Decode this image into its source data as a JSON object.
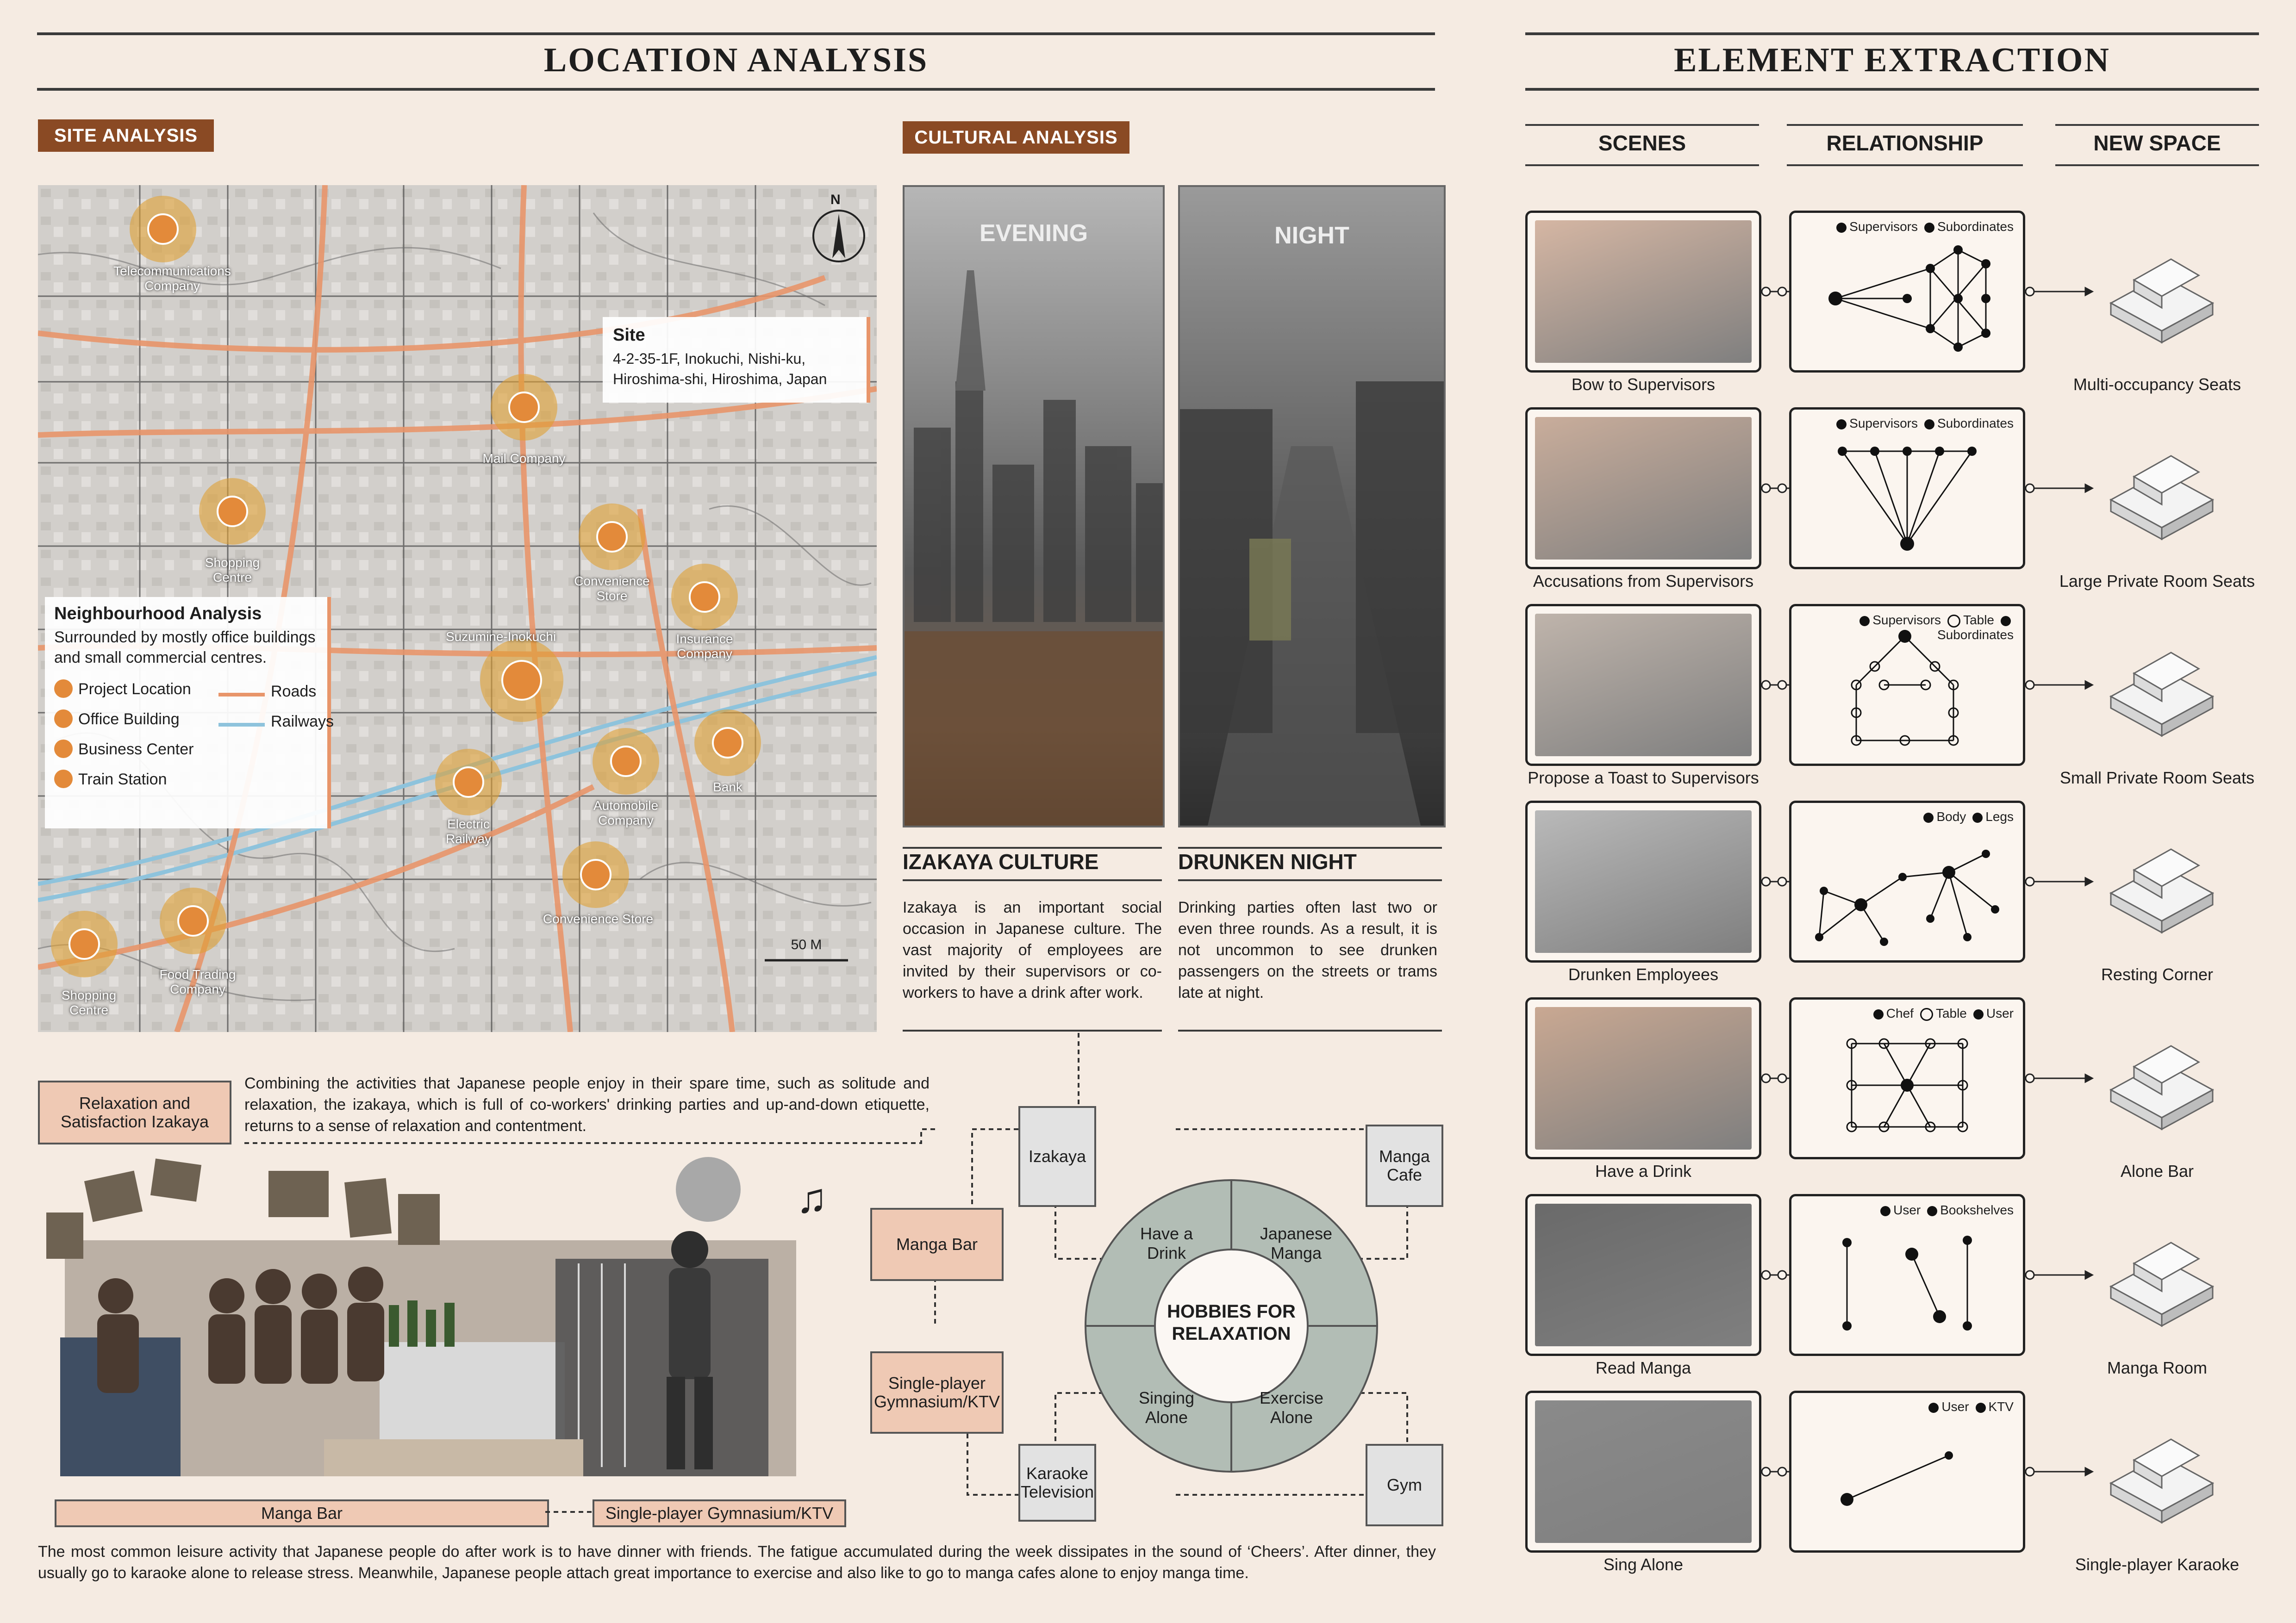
{
  "location": {
    "title": "LOCATION ANALYSIS",
    "site_tag": "SITE ANALYSIS",
    "cultural_tag": "CULTURAL ANALYSIS"
  },
  "site": {
    "title": "Site",
    "address": "4-2-35-1F, Inokuchi, Nishi-ku, Hiroshima-shi, Hiroshima, Japan",
    "scale": "50 M",
    "compass": "N",
    "markers": [
      {
        "label": "Telecommunications Company",
        "icon": "office-building-icon"
      },
      {
        "label": "Mail Company",
        "icon": "office-building-icon"
      },
      {
        "label": "Shopping Centre",
        "icon": "business-center-icon"
      },
      {
        "label": "Convenience Store",
        "icon": "business-center-icon"
      },
      {
        "label": "Insurance Company",
        "icon": "office-building-icon"
      },
      {
        "label": "Suzumine-Inokuchi",
        "icon": "project-location-icon"
      },
      {
        "label": "Electric Railway",
        "icon": "train-station-icon"
      },
      {
        "label": "Automobile Company",
        "icon": "office-building-icon"
      },
      {
        "label": "Bank",
        "icon": "office-building-icon"
      },
      {
        "label": "Convenience Store",
        "icon": "business-center-icon"
      },
      {
        "label": "Shopping Centre",
        "icon": "business-center-icon"
      },
      {
        "label": "Food Trading Company",
        "icon": "office-building-icon"
      }
    ]
  },
  "neighbourhood": {
    "title": "Neighbourhood Analysis",
    "desc": "Surrounded by mostly office buildings and small commercial centres.",
    "legend": [
      "Project Location",
      "Office Building",
      "Business Center",
      "Train Station"
    ],
    "lines": [
      "Roads",
      "Railways"
    ],
    "colors": {
      "roads": "#e8956a",
      "railways": "#8ec3dc",
      "marker": "#e0a034"
    }
  },
  "cultural": {
    "evening": "EVENING",
    "night": "NIGHT",
    "izakaya_title": "IZAKAYA CULTURE",
    "izakaya_text": "Izakaya is an important social occasion in Japanese culture. The vast majority of employees are invited by their supervisors or co-workers to have a drink after work.",
    "drunken_title": "DRUNKEN NIGHT",
    "drunken_text": "Drinking parties often last two or even three rounds. As a result, it is not uncommon to see drunken passengers on the streets or trams late at night."
  },
  "relaxation": {
    "box": "Relaxation and Satisfaction Izakaya",
    "text": "Combining the activities that Japanese people enjoy in their spare time, such as solitude and relaxation, the izakaya, which is full of co-workers' drinking parties and up-and-down etiquette, returns to a sense of relaxation and contentment.",
    "manga_bar": "Manga Bar",
    "gym_ktv": "Single-player Gymnasium/KTV",
    "bottom_text": "The most common leisure activity that Japanese people do after work is to have dinner with friends. The fatigue accumulated during the week dissipates in the sound of ‘Cheers’. After dinner, they usually go to karaoke alone to release stress. Meanwhile, Japanese people attach great importance to exercise and also like to go to manga cafes alone to enjoy manga time."
  },
  "hobbies": {
    "center": "HOBBIES FOR RELAXATION",
    "quadrants": [
      "Have a Drink",
      "Japanese Manga",
      "Singing Alone",
      "Exercise Alone"
    ],
    "nodes": {
      "izakaya": "Izakaya",
      "manga_cafe": "Manga Cafe",
      "karaoke": "Karaoke Television",
      "gym": "Gym"
    },
    "side": {
      "manga_bar": "Manga Bar",
      "gym_ktv": "Single-player Gymnasium/KTV"
    }
  },
  "element": {
    "title": "ELEMENT EXTRACTION",
    "cols": [
      "SCENES",
      "RELATIONSHIP",
      "NEW SPACE"
    ],
    "rows": [
      {
        "scene": "Bow to Supervisors",
        "legend": [
          "Supervisors",
          "Subordinates"
        ],
        "space": "Multi-occupancy Seats"
      },
      {
        "scene": "Accusations from Supervisors",
        "legend": [
          "Supervisors",
          "Subordinates"
        ],
        "space": "Large Private Room Seats"
      },
      {
        "scene": "Propose a Toast to Supervisors",
        "legend": [
          "Supervisors",
          "Table",
          "Subordinates"
        ],
        "space": "Small Private Room Seats"
      },
      {
        "scene": "Drunken Employees",
        "legend": [
          "Body",
          "Legs"
        ],
        "space": "Resting Corner"
      },
      {
        "scene": "Have a Drink",
        "legend": [
          "Chef",
          "Table",
          "User"
        ],
        "space": "Alone Bar"
      },
      {
        "scene": "Read Manga",
        "legend": [
          "User",
          "Bookshelves"
        ],
        "space": "Manga Room"
      },
      {
        "scene": "Sing Alone",
        "legend": [
          "User",
          "KTV"
        ],
        "space": "Single-player Karaoke"
      }
    ]
  }
}
